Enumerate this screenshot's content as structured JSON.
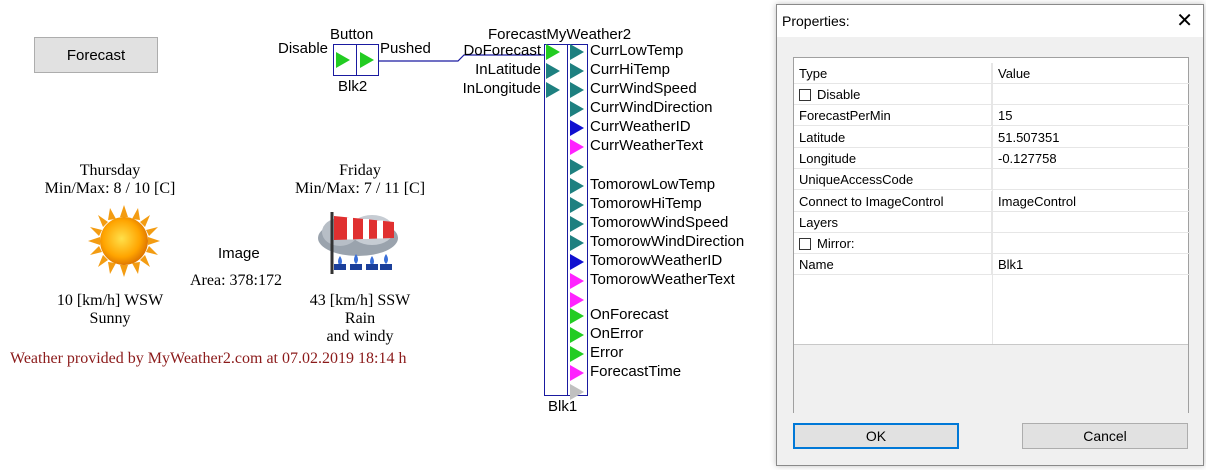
{
  "forecast_button": {
    "label": "Forecast"
  },
  "weather": {
    "day1": {
      "name": "Thursday",
      "minmax": "Min/Max: 8 / 10 [C]",
      "wind": "10 [km/h] WSW",
      "condition": "Sunny",
      "icon": "sun-icon"
    },
    "day2": {
      "name": "Friday",
      "minmax": "Min/Max: 7 / 11 [C]",
      "wind": "43 [km/h] SSW",
      "condition_line1": "Rain",
      "condition_line2": "and windy",
      "icon": "rain-windsock-icon"
    },
    "image_label": "Image",
    "area_label": "Area: 378:172",
    "provider_text": "Weather provided by MyWeather2.com at 07.02.2019 18:14 h",
    "provider_color": "#8b1a1a"
  },
  "blk2": {
    "title": "Button",
    "name": "Blk2",
    "input_label": "Disable",
    "output_label": "Pushed"
  },
  "blk1": {
    "title": "ForecastMyWeather2",
    "name": "Blk1",
    "inputs": [
      "DoForecast",
      "InLatitude",
      "InLongitude"
    ],
    "outputs": [
      "CurrLowTemp",
      "CurrHiTemp",
      "CurrWindSpeed",
      "CurrWindDirection",
      "CurrWeatherID",
      "CurrWeatherText",
      "TomorowLowTemp",
      "TomorowHiTemp",
      "TomorowWindSpeed",
      "TomorowWindDirection",
      "TomorowWeatherID",
      "TomorowWeatherText",
      "OnForecast",
      "OnError",
      "Error",
      "ForecastTime"
    ]
  },
  "pin_colors": {
    "bool": "#22cc22",
    "number": "#1e8080",
    "int": "#1010d0",
    "text": "#ff22ff",
    "time": "#c0c0c0",
    "wire": "#1a1aa0"
  },
  "dialog": {
    "title": "Properties:",
    "close": "✕",
    "header": {
      "col1": "Type",
      "col2": "Value"
    },
    "rows": [
      {
        "name": "Disable",
        "value": "",
        "checkbox": true
      },
      {
        "name": "ForecastPerMin",
        "value": "15"
      },
      {
        "name": "Latitude",
        "value": "51.507351"
      },
      {
        "name": "Longitude",
        "value": "-0.127758"
      },
      {
        "name": "UniqueAccessCode",
        "value": ""
      },
      {
        "name": "Connect to ImageControl",
        "value": "ImageControl"
      },
      {
        "name": "Layers",
        "value": ""
      },
      {
        "name": "Mirror:",
        "value": "",
        "checkbox": true
      },
      {
        "name": "Name",
        "value": "Blk1"
      }
    ],
    "ok_label": "OK",
    "cancel_label": "Cancel"
  }
}
